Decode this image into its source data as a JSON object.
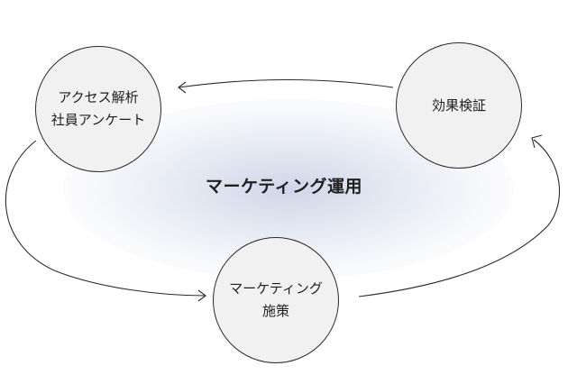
{
  "diagram": {
    "center_label": "マーケティング運用",
    "nodes": [
      {
        "id": "analysis",
        "lines": [
          "アクセス解析",
          "社員アンケート"
        ]
      },
      {
        "id": "verify",
        "lines": [
          "効果検証"
        ]
      },
      {
        "id": "measures",
        "lines": [
          "マーケティング",
          "施策"
        ]
      }
    ],
    "colors": {
      "node_fill": "#f1f1f1",
      "node_border": "#2b2b2b",
      "glow": "#d3d9ea",
      "arrow": "#2b2b2b"
    }
  }
}
